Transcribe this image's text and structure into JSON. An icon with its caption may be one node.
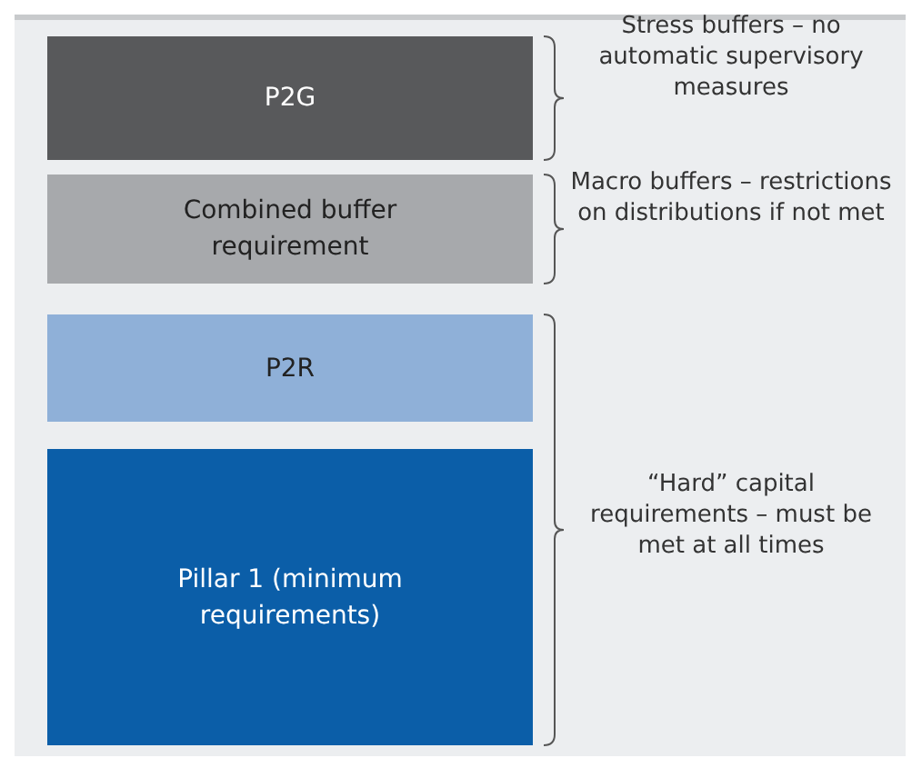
{
  "diagram": {
    "nodes": [
      {
        "text": [
          "P2G"
        ]
      },
      {
        "text": [
          "Combined buffer requirement"
        ]
      },
      {
        "text": [
          "P2R"
        ]
      },
      {
        "text": [
          "Pillar 1 (minimum requirements)"
        ]
      }
    ],
    "labels": [
      "Stress buffers – no automatic supervisory measures",
      "Macro buffers – restrictions on distributions if not met",
      "“Hard” capital requirements – must be met at all times"
    ]
  }
}
